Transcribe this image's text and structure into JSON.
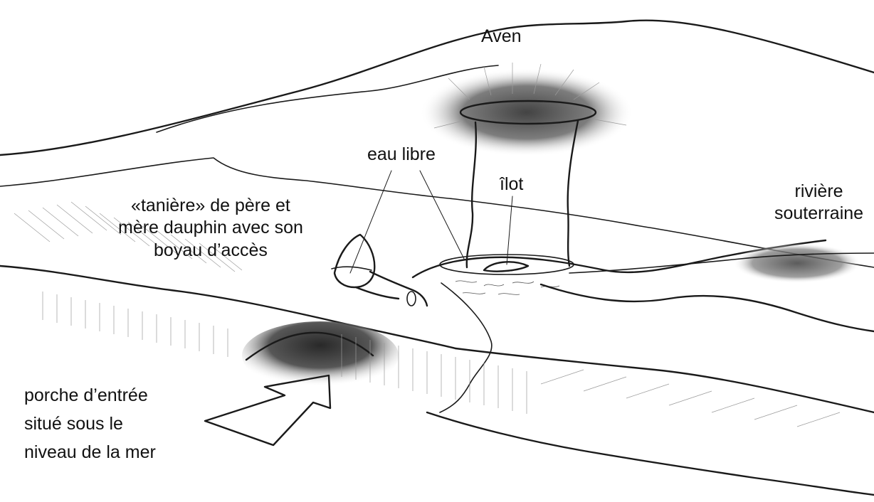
{
  "labels": {
    "aven": "Aven",
    "eau_libre": "eau libre",
    "ilot": "îlot",
    "riviere": [
      "rivière",
      "souterraine"
    ],
    "taniere": [
      "«tanière» de père et",
      "mère dauphin avec son",
      "boyau d’accès"
    ],
    "porche": [
      "porche d’entrée",
      "situé sous le",
      "niveau de la mer"
    ]
  },
  "colors": {
    "ink": "#1a1a1a",
    "shading": "#9a9a9a",
    "background": "#ffffff"
  }
}
